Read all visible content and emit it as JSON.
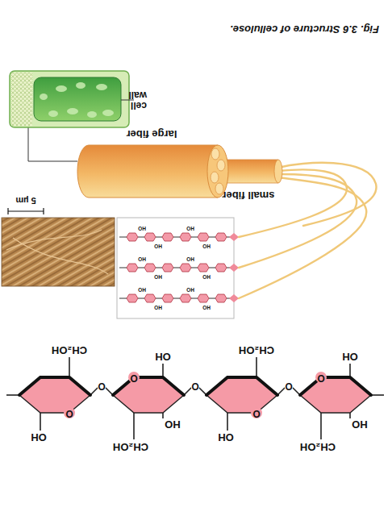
{
  "diagram": {
    "caption": "Fig. 3.6  Structure of cellulose.",
    "labels": [
      "cell wall",
      "large fiber",
      "small fiber",
      "5 µm",
      "HO",
      "HO",
      "HO",
      "HO",
      "HO",
      "HO",
      "HO",
      "HO",
      "HO",
      "HO",
      "HO",
      "HO",
      "CH₂OH",
      "HO",
      "OH",
      "CH₂OH",
      "HO",
      "OH",
      "O",
      "O",
      "O",
      "O",
      "O",
      "O",
      "O",
      "OH",
      "CH₂OH",
      "OH",
      "CH₂OH"
    ]
  }
}
